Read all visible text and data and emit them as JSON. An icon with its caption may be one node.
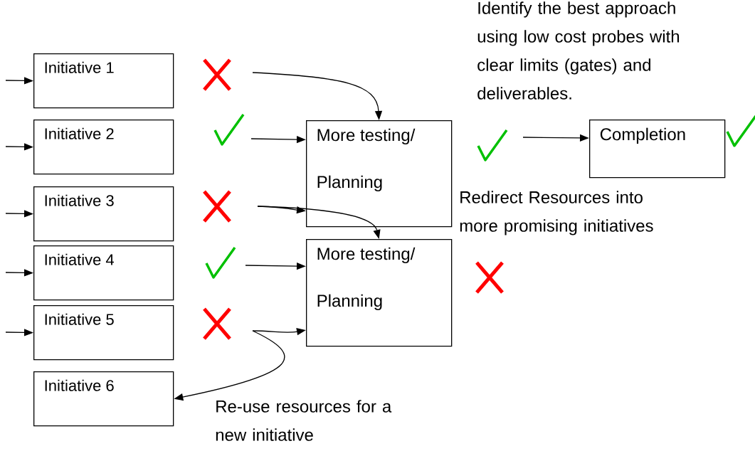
{
  "diagram": {
    "nodes": [
      {
        "text": [
          "Initiative 1"
        ]
      },
      {
        "text": [
          "Initiative 2"
        ]
      },
      {
        "text": [
          "Initiative 3"
        ]
      },
      {
        "text": [
          "Initiative 4"
        ]
      },
      {
        "text": [
          "Initiative 5"
        ]
      },
      {
        "text": [
          "Initiative 6"
        ]
      },
      {
        "text": [
          "More testing/ Planning"
        ]
      },
      {
        "text": [
          "More testing/ Planning"
        ]
      },
      {
        "text": [
          "Completion"
        ]
      }
    ],
    "edges": [
      {
        "from": null,
        "to": 0,
        "arrow": "to"
      },
      {
        "from": null,
        "to": 1,
        "arrow": "to"
      },
      {
        "from": null,
        "to": 2,
        "arrow": "to"
      },
      {
        "from": null,
        "to": 3,
        "arrow": "to"
      },
      {
        "from": null,
        "to": 4,
        "arrow": "to"
      },
      {
        "from": null,
        "to": 6,
        "arrow": "to"
      },
      {
        "from": null,
        "to": 6,
        "arrow": "to"
      },
      {
        "from": null,
        "to": 6,
        "arrow": "to"
      },
      {
        "from": null,
        "to": 7,
        "arrow": "to"
      },
      {
        "from": null,
        "to": 7,
        "arrow": "to"
      },
      {
        "from": null,
        "to": 7,
        "arrow": "to"
      },
      {
        "from": null,
        "to": 5,
        "arrow": "to"
      },
      {
        "from": null,
        "to": 8,
        "arrow": "to"
      }
    ],
    "labels": [
      "Identify the best approach using low cost probes with clear limits (gates) and deliverables.",
      "Redirect Resources into more promising initiatives",
      "Re-use resources for a new initiative"
    ]
  }
}
